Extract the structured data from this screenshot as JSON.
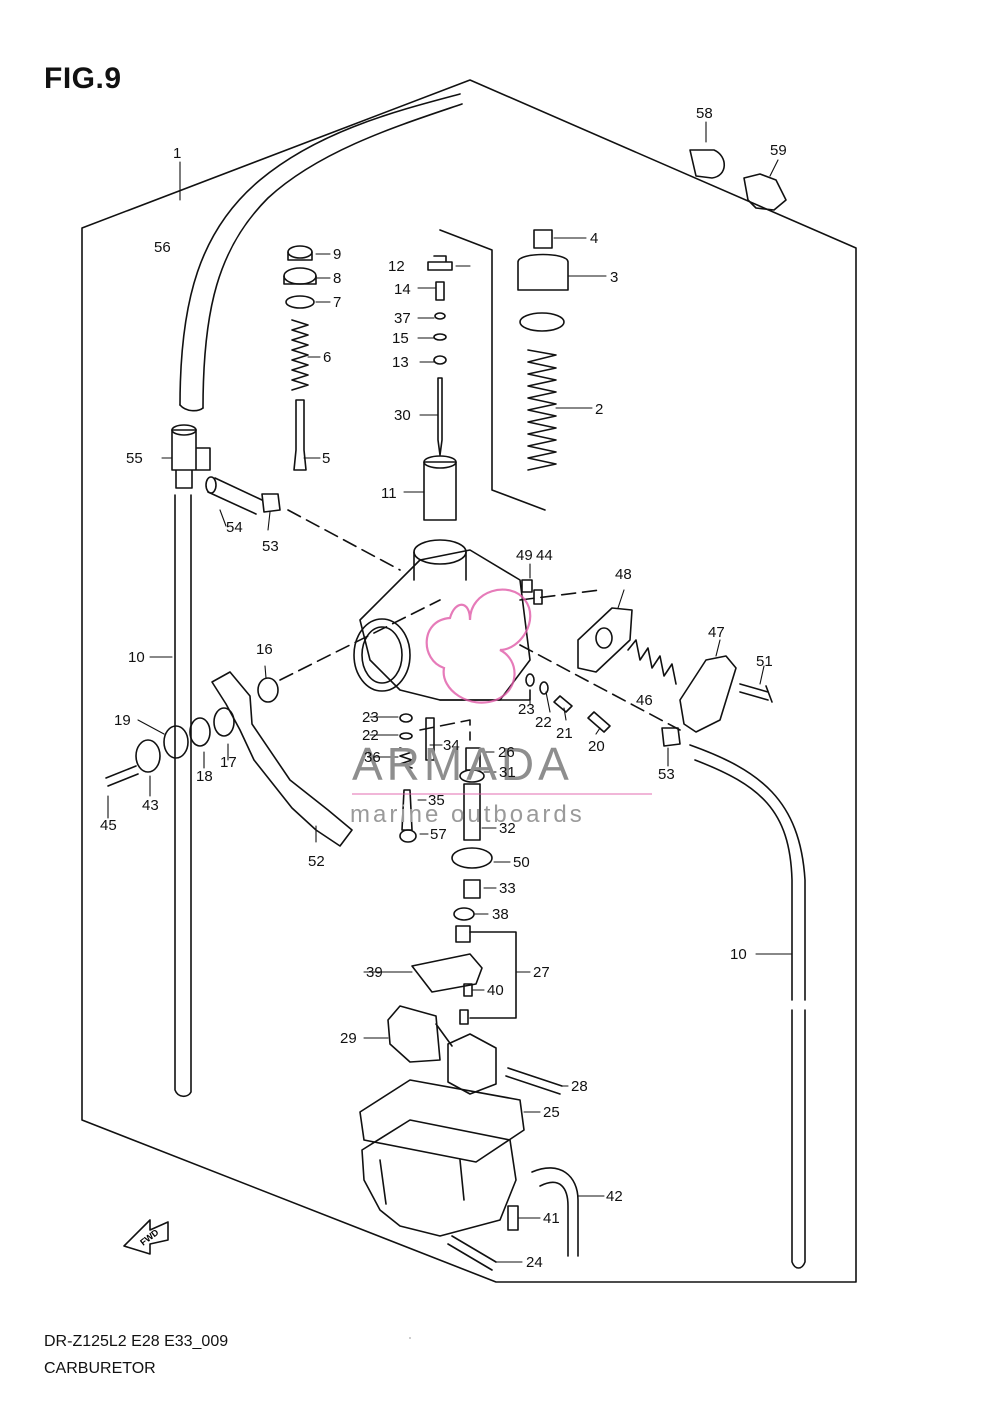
{
  "figure": {
    "title": "FIG.9",
    "model_code": "DR-Z125L2 E28 E33_009",
    "section_name": "CARBURETOR",
    "fwd_marker": "FWD"
  },
  "watermark": {
    "brand": "ARMADA",
    "tagline": "marine outboards",
    "accent_color": "#e05aa8"
  },
  "callouts": [
    "1",
    "2",
    "3",
    "4",
    "5",
    "6",
    "7",
    "8",
    "9",
    "10",
    "10",
    "11",
    "12",
    "13",
    "14",
    "15",
    "16",
    "17",
    "18",
    "19",
    "20",
    "21",
    "22",
    "22",
    "23",
    "23",
    "24",
    "25",
    "26",
    "27",
    "28",
    "29",
    "30",
    "31",
    "32",
    "33",
    "34",
    "35",
    "36",
    "37",
    "38",
    "39",
    "40",
    "41",
    "42",
    "43",
    "44",
    "45",
    "46",
    "47",
    "48",
    "49",
    "50",
    "51",
    "52",
    "53",
    "53",
    "54",
    "55",
    "56",
    "57",
    "58",
    "59"
  ]
}
